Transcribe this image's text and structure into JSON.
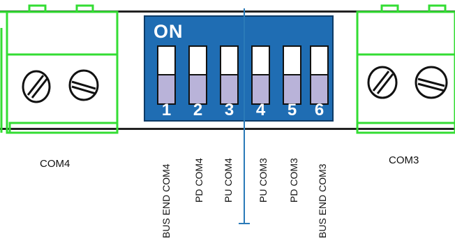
{
  "dip_switch": {
    "on_label": "ON",
    "numbers": [
      "1",
      "2",
      "3",
      "4",
      "5",
      "6"
    ],
    "body_color": "#1f6db3"
  },
  "terminals": {
    "left_label": "COM4",
    "right_label": "COM3",
    "border_color": "#33dd33",
    "screw_icon": "screw-icon"
  },
  "switch_labels": [
    "BUS END COM4",
    "PD COM4",
    "PU COM4",
    "PU COM3",
    "PD COM3",
    "BUS END COM3"
  ]
}
